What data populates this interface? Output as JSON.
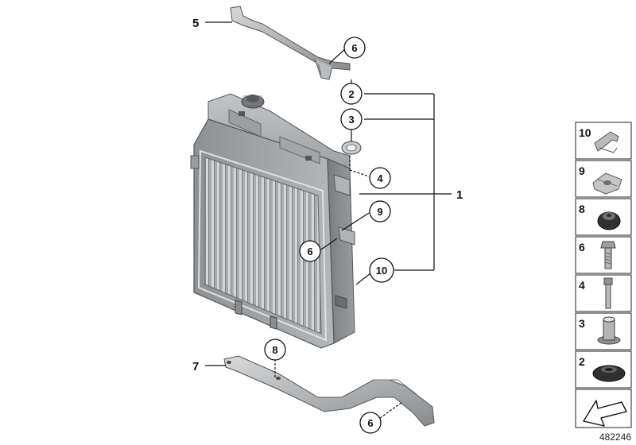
{
  "callouts": {
    "c1": "1",
    "c2": "2",
    "c3": "3",
    "c4": "4",
    "c5": "5",
    "c6a": "6",
    "c6b": "6",
    "c6c": "6",
    "c7": "7",
    "c8": "8",
    "c9": "9",
    "c10": "10"
  },
  "legend": {
    "items": [
      {
        "label": "10",
        "icon": "clip-icon"
      },
      {
        "label": "9",
        "icon": "spring-nut-icon"
      },
      {
        "label": "8",
        "icon": "rubber-mount-icon"
      },
      {
        "label": "6",
        "icon": "hex-bolt-icon"
      },
      {
        "label": "4",
        "icon": "bolt-icon"
      },
      {
        "label": "3",
        "icon": "sleeve-icon"
      },
      {
        "label": "2",
        "icon": "grommet-icon"
      }
    ],
    "arrow_icon": "arrow-icon"
  },
  "reference_number": "482246"
}
